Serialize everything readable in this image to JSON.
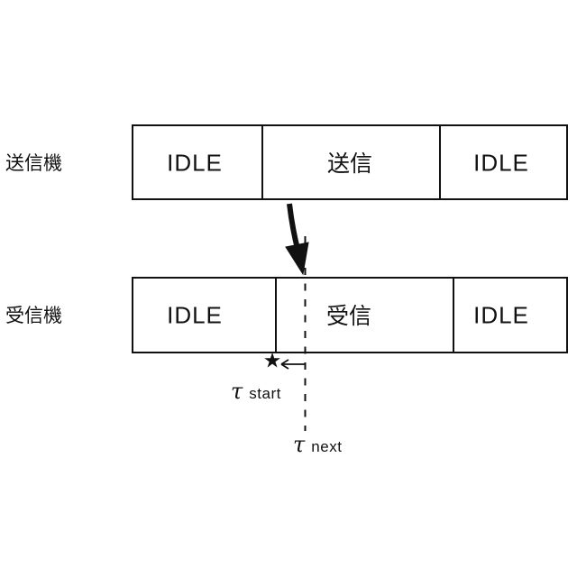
{
  "diagram": {
    "title": "",
    "transmitter": {
      "label": "送信機",
      "segments": [
        {
          "label": "IDLE"
        },
        {
          "label": "送信"
        },
        {
          "label": "IDLE"
        }
      ]
    },
    "receiver": {
      "label": "受信機",
      "segments": [
        {
          "label": "IDLE"
        },
        {
          "label": "受信"
        },
        {
          "label": "IDLE"
        }
      ]
    },
    "annotations": {
      "tau_start": {
        "symbol": "τ",
        "text": "start"
      },
      "tau_next": {
        "symbol": "τ",
        "text": "next"
      },
      "star_glyph": "★"
    },
    "icons": {
      "transmission_arrow": "thick-down-right-arrow",
      "tau_start_pointer": "left-arrow",
      "tau_next_marker": "vertical-dashed-line"
    },
    "colors": {
      "line": "#111111",
      "background": "#ffffff"
    }
  }
}
